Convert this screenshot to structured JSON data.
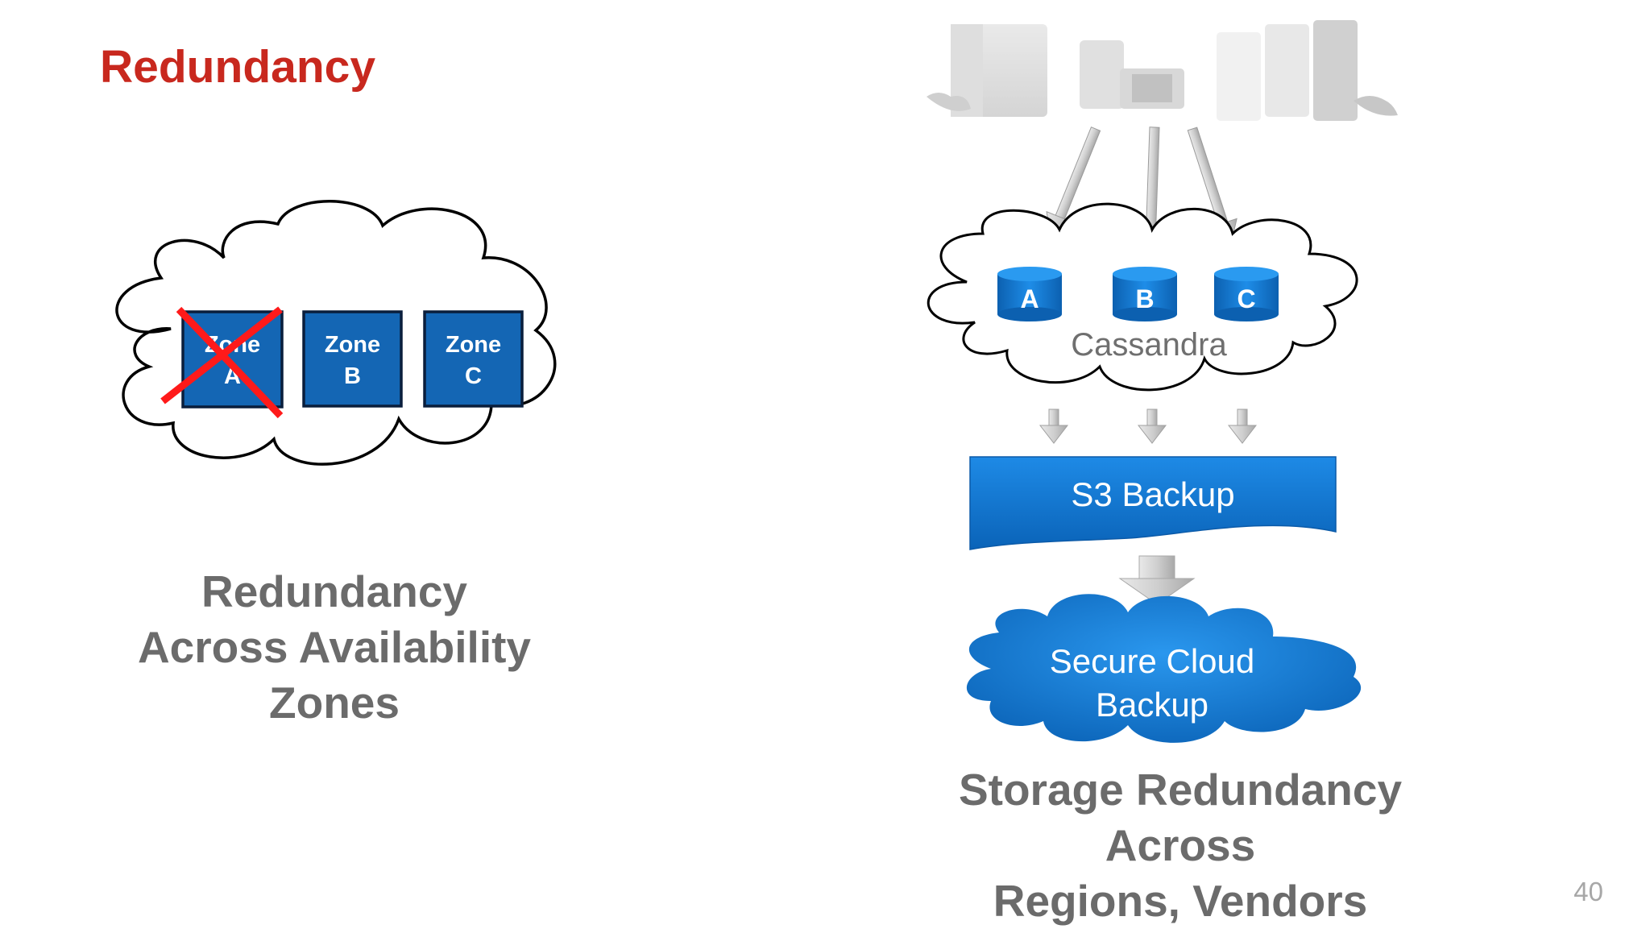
{
  "slide": {
    "title": "Redundancy",
    "page_number": "40"
  },
  "left_diagram": {
    "zones": [
      {
        "line1": "Zone",
        "line2": "A",
        "failed": true
      },
      {
        "line1": "Zone",
        "line2": "B",
        "failed": false
      },
      {
        "line1": "Zone",
        "line2": "C",
        "failed": false
      }
    ],
    "caption_lines": [
      "Redundancy",
      "Across Availability",
      "Zones"
    ]
  },
  "right_diagram": {
    "devices_image": "game-consoles-and-devices",
    "nodes": [
      "A",
      "B",
      "C"
    ],
    "cluster_label": "Cassandra",
    "backup_label": "S3 Backup",
    "secure_backup_lines": [
      "Secure Cloud",
      "Backup"
    ],
    "caption_lines": [
      "Storage Redundancy",
      "Across",
      "Regions, Vendors"
    ]
  },
  "colors": {
    "title_red": "#c8281e",
    "zone_blue": "#1466b4",
    "bright_blue": "#0f7ad8",
    "fail_x_red": "#ff1a1a",
    "caption_gray": "#6b6b6b"
  }
}
